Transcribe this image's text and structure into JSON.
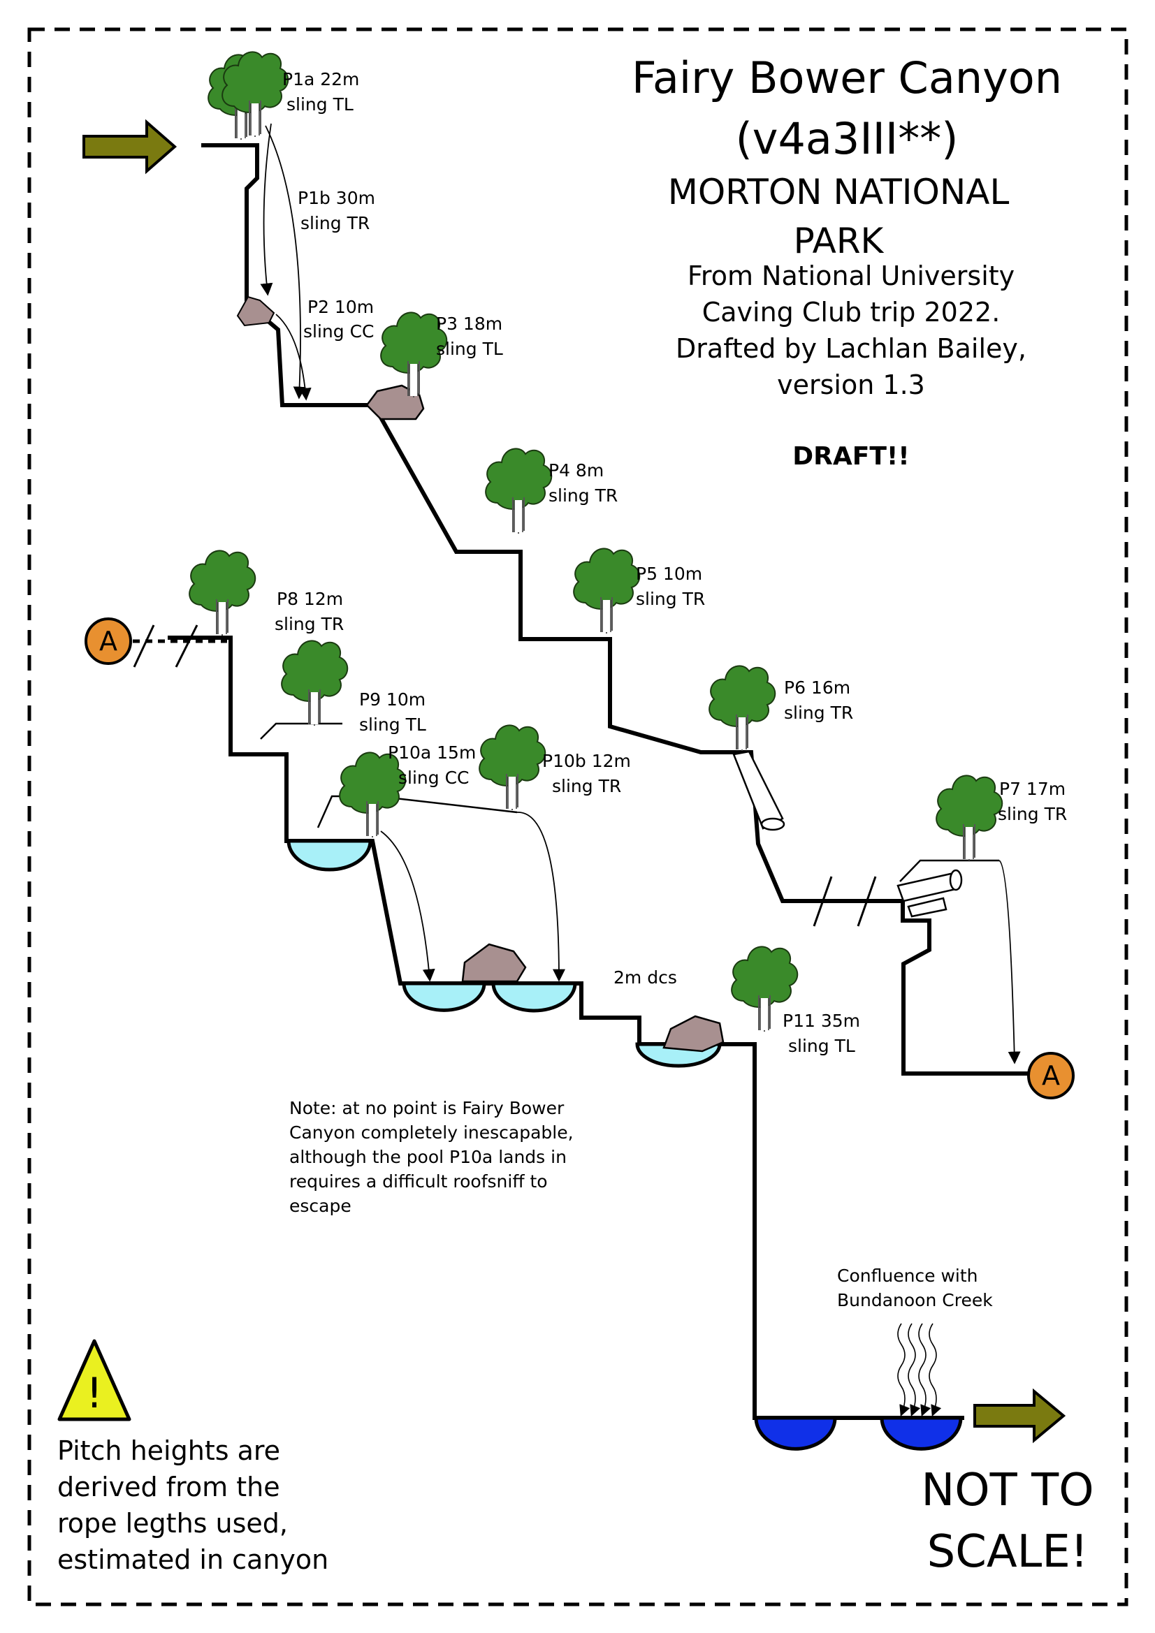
{
  "title": {
    "line1": "Fairy Bower Canyon",
    "line2": "(v4a3III**)",
    "park1": "MORTON NATIONAL",
    "park2": "PARK"
  },
  "credits": {
    "line1": "From National University",
    "line2": "Caving Club trip 2022.",
    "line3": "Drafted by Lachlan Bailey,",
    "line4": "version 1.3"
  },
  "draft": "DRAFT!!",
  "pitches": {
    "p1a": {
      "name": "P1a 22m",
      "anchor": "sling TL"
    },
    "p1b": {
      "name": "P1b 30m",
      "anchor": "sling TR"
    },
    "p2": {
      "name": "P2 10m",
      "anchor": "sling CC"
    },
    "p3": {
      "name": "P3 18m",
      "anchor": "sling TL"
    },
    "p4": {
      "name": "P4 8m",
      "anchor": "sling TR"
    },
    "p5": {
      "name": "P5 10m",
      "anchor": "sling TR"
    },
    "p6": {
      "name": "P6 16m",
      "anchor": "sling TR"
    },
    "p7": {
      "name": "P7 17m",
      "anchor": "sling TR"
    },
    "p8": {
      "name": "P8 12m",
      "anchor": "sling TR"
    },
    "p9": {
      "name": "P9 10m",
      "anchor": "sling TL"
    },
    "p10a": {
      "name": "P10a 15m",
      "anchor": "sling CC"
    },
    "p10b": {
      "name": "P10b 12m",
      "anchor": "sling TR"
    },
    "p11": {
      "name": "P11 35m",
      "anchor": "sling TL"
    }
  },
  "downclimb": "2m dcs",
  "connector_label": "A",
  "note": {
    "line1": "Note: at no point is Fairy Bower",
    "line2": "Canyon completely inescapable,",
    "line3": "although the pool P10a lands in",
    "line4": "requires a difficult roofsniff to",
    "line5": "escape"
  },
  "confluence": {
    "line1": "Confluence with",
    "line2": "Bundanoon Creek"
  },
  "warning": {
    "symbol": "!",
    "line1": "Pitch heights are",
    "line2": "derived from the",
    "line3": "rope legths used,",
    "line4": "estimated in canyon"
  },
  "scale_note": {
    "line1": "NOT TO",
    "line2": "SCALE!"
  },
  "colors": {
    "tree": "#3a8a2a",
    "trunk": "#ffffff",
    "rock": "#a89090",
    "pool": "#a8f0f8",
    "deep_pool": "#1030e8",
    "arrow": "#7a7a10",
    "anchor_circle": "#e89030",
    "warning": "#eaf020"
  }
}
